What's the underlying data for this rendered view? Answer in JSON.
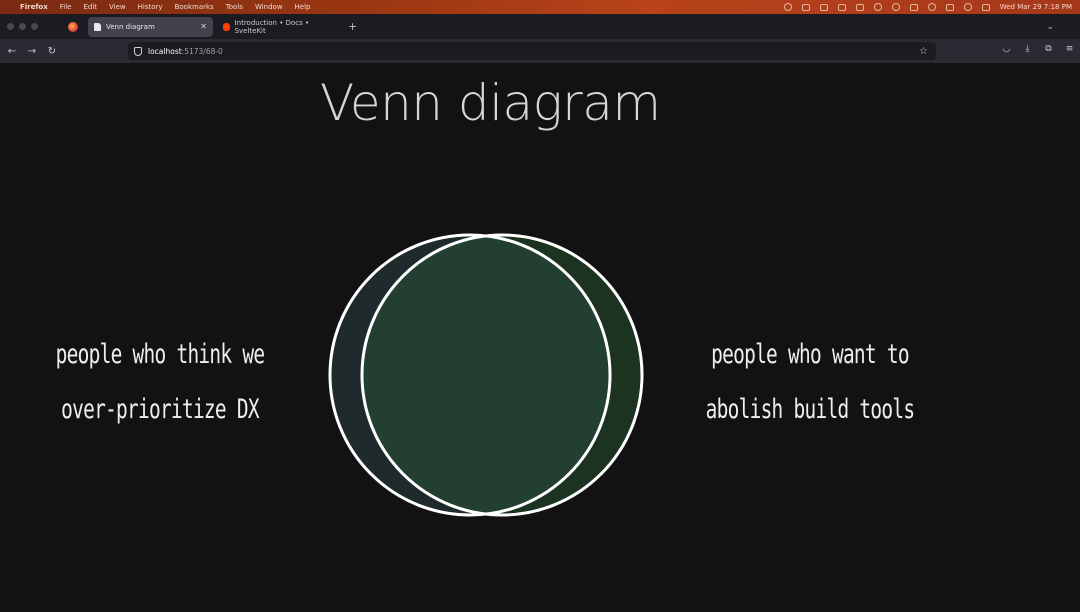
{
  "menubar": {
    "app": "Firefox",
    "items": [
      "File",
      "Edit",
      "View",
      "History",
      "Bookmarks",
      "Tools",
      "Window",
      "Help"
    ],
    "clock": "Wed Mar 29  7:18 PM"
  },
  "tabs": [
    {
      "label": "Venn diagram",
      "active": true
    },
    {
      "label": "Introduction • Docs • SvelteKit",
      "active": false
    }
  ],
  "url": {
    "host": "localhost",
    "path": ":5173/68-0"
  },
  "page": {
    "title": "Venn diagram",
    "left_label": {
      "line1": "people who think we",
      "line2": "over-prioritize DX"
    },
    "right_label": {
      "line1": "people who want to",
      "line2": "abolish build tools"
    }
  },
  "colors": {
    "page_bg": "#121212",
    "left_circle_fill": "#1e2a2c",
    "right_circle_fill": "#1b3320",
    "overlap_fill": "#233f32",
    "circle_stroke": "#ffffff",
    "menubar_accent": "#b8431a"
  }
}
